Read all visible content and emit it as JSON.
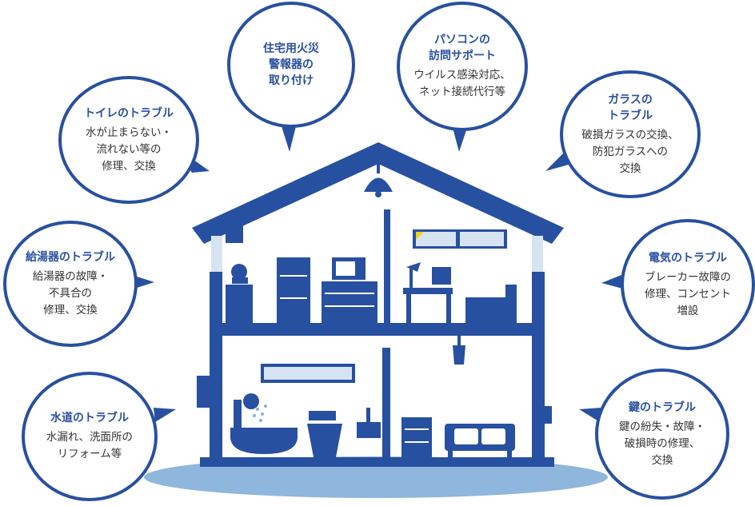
{
  "colors": {
    "primary": "#2850a0",
    "light": "#d6e4f2",
    "ground": "#8fb6dc",
    "text": "#333333"
  },
  "bubbles": {
    "toilet": {
      "title": "トイレのトラブル",
      "desc": "水が止まらない・\n流れない等の\n修理、交換"
    },
    "fire_alarm": {
      "title": "住宅用火災\n警報器の\n取り付け",
      "desc": ""
    },
    "pc": {
      "title": "パソコンの\n訪問サポート",
      "desc": "ウイルス感染対応、\nネット接続代行等"
    },
    "glass": {
      "title": "ガラスの\nトラブル",
      "desc": "破損ガラスの交換、\n防犯ガラスへの\n交換"
    },
    "water_heater": {
      "title": "給湯器のトラブル",
      "desc": "給湯器の故障・\n不具合の\n修理、交換"
    },
    "electric": {
      "title": "電気のトラブル",
      "desc": "ブレーカー故障の\n修理、コンセント\n増設"
    },
    "plumbing": {
      "title": "水道のトラブル",
      "desc": "水漏れ、洗面所の\nリフォーム等"
    },
    "key": {
      "title": "鍵のトラブル",
      "desc": "鍵の紛失・故障・\n破損時の修理、\n交換"
    }
  }
}
